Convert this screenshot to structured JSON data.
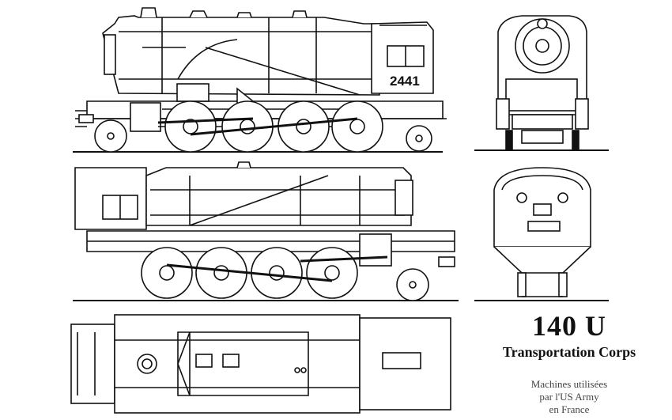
{
  "locomotive": {
    "number": "2441"
  },
  "title_block": {
    "class_name": "140 U",
    "subtitle": "Transportation Corps",
    "caption_lines": [
      "Machines utilisées",
      "par l'US Army",
      "en France"
    ]
  },
  "colors": {
    "ink": "#111111",
    "paper": "#ffffff",
    "caption": "#444444"
  },
  "views": [
    "left-side-elevation",
    "front-view",
    "right-side-elevation",
    "rear-view",
    "top-plan"
  ]
}
